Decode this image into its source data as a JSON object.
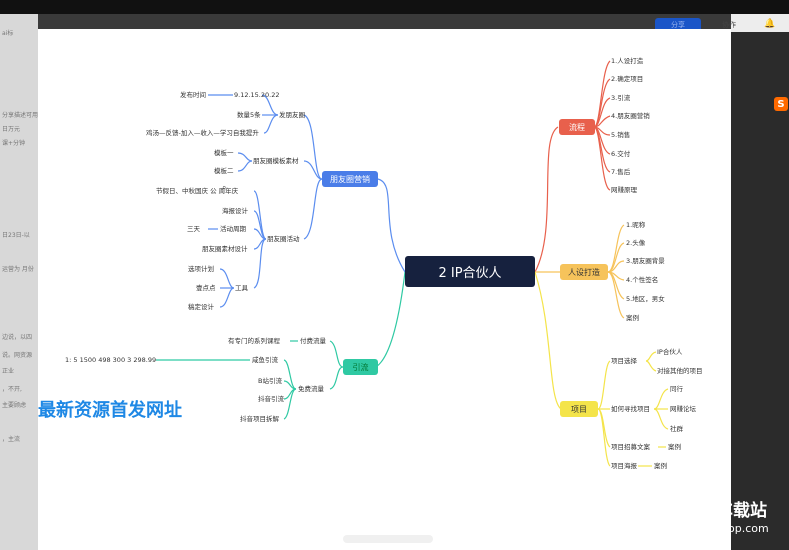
{
  "center": "2  IP合伙人",
  "branches": {
    "liucheng": "流程",
    "pengyouquan": "朋友圈营销",
    "renshe": "人设打造",
    "yinliu": "引流",
    "xiangmu": "项目"
  },
  "liucheng_items": [
    "1.人设打造",
    "2.确定项目",
    "3.引流",
    "4.朋友圈营销",
    "5.销售",
    "6.交付",
    "7.售后",
    "网赚原理"
  ],
  "renshe_items": [
    "1.昵称",
    "2.头像",
    "3.朋友圈背景",
    "4.个性签名",
    "5.地区，男女",
    "案例"
  ],
  "pyq": {
    "faquan": "发朋友圈",
    "faquan_items": [
      "发布时间",
      "数量5条",
      "鸡汤—反馈-加入—收入—学习自我提升"
    ],
    "fabu_time": "9.12.15.20.22",
    "sucai": "朋友圈模板素材",
    "sucai_items": [
      "模板一",
      "模板二"
    ],
    "huodong": "朋友圈活动",
    "huodong_items": [
      "节假日、中秋国庆 公    周年庆",
      "海报设计",
      "三天",
      "朋友圈素材设计"
    ],
    "huodong_sub": "活动周期",
    "gongju": "工具",
    "gongju_items": [
      "选项计划",
      "壹点点",
      "稿定设计"
    ]
  },
  "yinliu": {
    "fufei": "付费流量",
    "fufei_item": "有专门的系列课程",
    "mianfei": "免费流量",
    "mianfei_items": [
      "咸鱼引流",
      "B站引流",
      "抖音引流",
      "抖音项目拆解"
    ],
    "nums": "1:  5        1500       498       300        3       298.99"
  },
  "xiangmu": {
    "xuanze": "项目选择",
    "xuanze_items": [
      "IP合伙人",
      "对接其他的项目"
    ],
    "chaijie": "如何寻找项目",
    "chaijie_items": [
      "同行",
      "网赚论坛",
      "社群"
    ],
    "zhaoshang": "项目招募文案",
    "haibao": "项目海报",
    "anli": "案例"
  },
  "overlay": "最新资源首发网址",
  "left_panel": [
    "ai标",
    "分享描述可用",
    "日万元",
    "课+分钟",
    "日23日-以",
    "运营为 月份",
    "边说，以四",
    "说。网资源",
    "正业",
    "，不开,",
    "主要顾虑",
    "，主流"
  ],
  "top_bar": {
    "button": "分享",
    "menu": "协作"
  },
  "watermark_site": "车载站",
  "watermark_url": "op.com"
}
